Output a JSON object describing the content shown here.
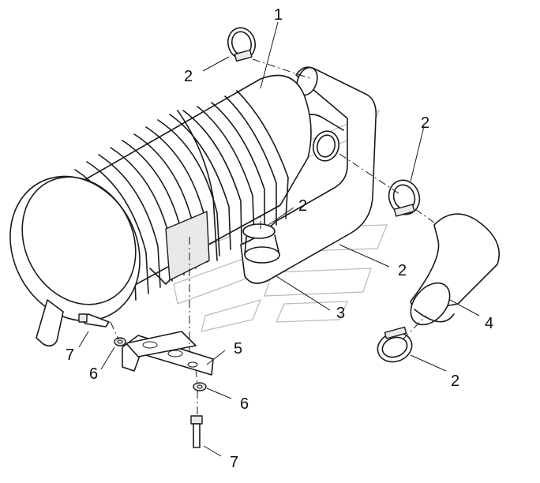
{
  "callouts": [
    {
      "id": "c1",
      "text": "1"
    },
    {
      "id": "c2a",
      "text": "2"
    },
    {
      "id": "c2b",
      "text": "2"
    },
    {
      "id": "c2c",
      "text": "2"
    },
    {
      "id": "c2d",
      "text": "2"
    },
    {
      "id": "c2e",
      "text": "2"
    },
    {
      "id": "c3",
      "text": "3"
    },
    {
      "id": "c4",
      "text": "4"
    },
    {
      "id": "c5",
      "text": "5"
    },
    {
      "id": "c6a",
      "text": "6"
    },
    {
      "id": "c6b",
      "text": "6"
    },
    {
      "id": "c7a",
      "text": "7"
    },
    {
      "id": "c7b",
      "text": "7"
    }
  ],
  "colors": {
    "ink": "#1a1a1a",
    "background": "#ffffff",
    "watermark": "#b9b9b9"
  }
}
